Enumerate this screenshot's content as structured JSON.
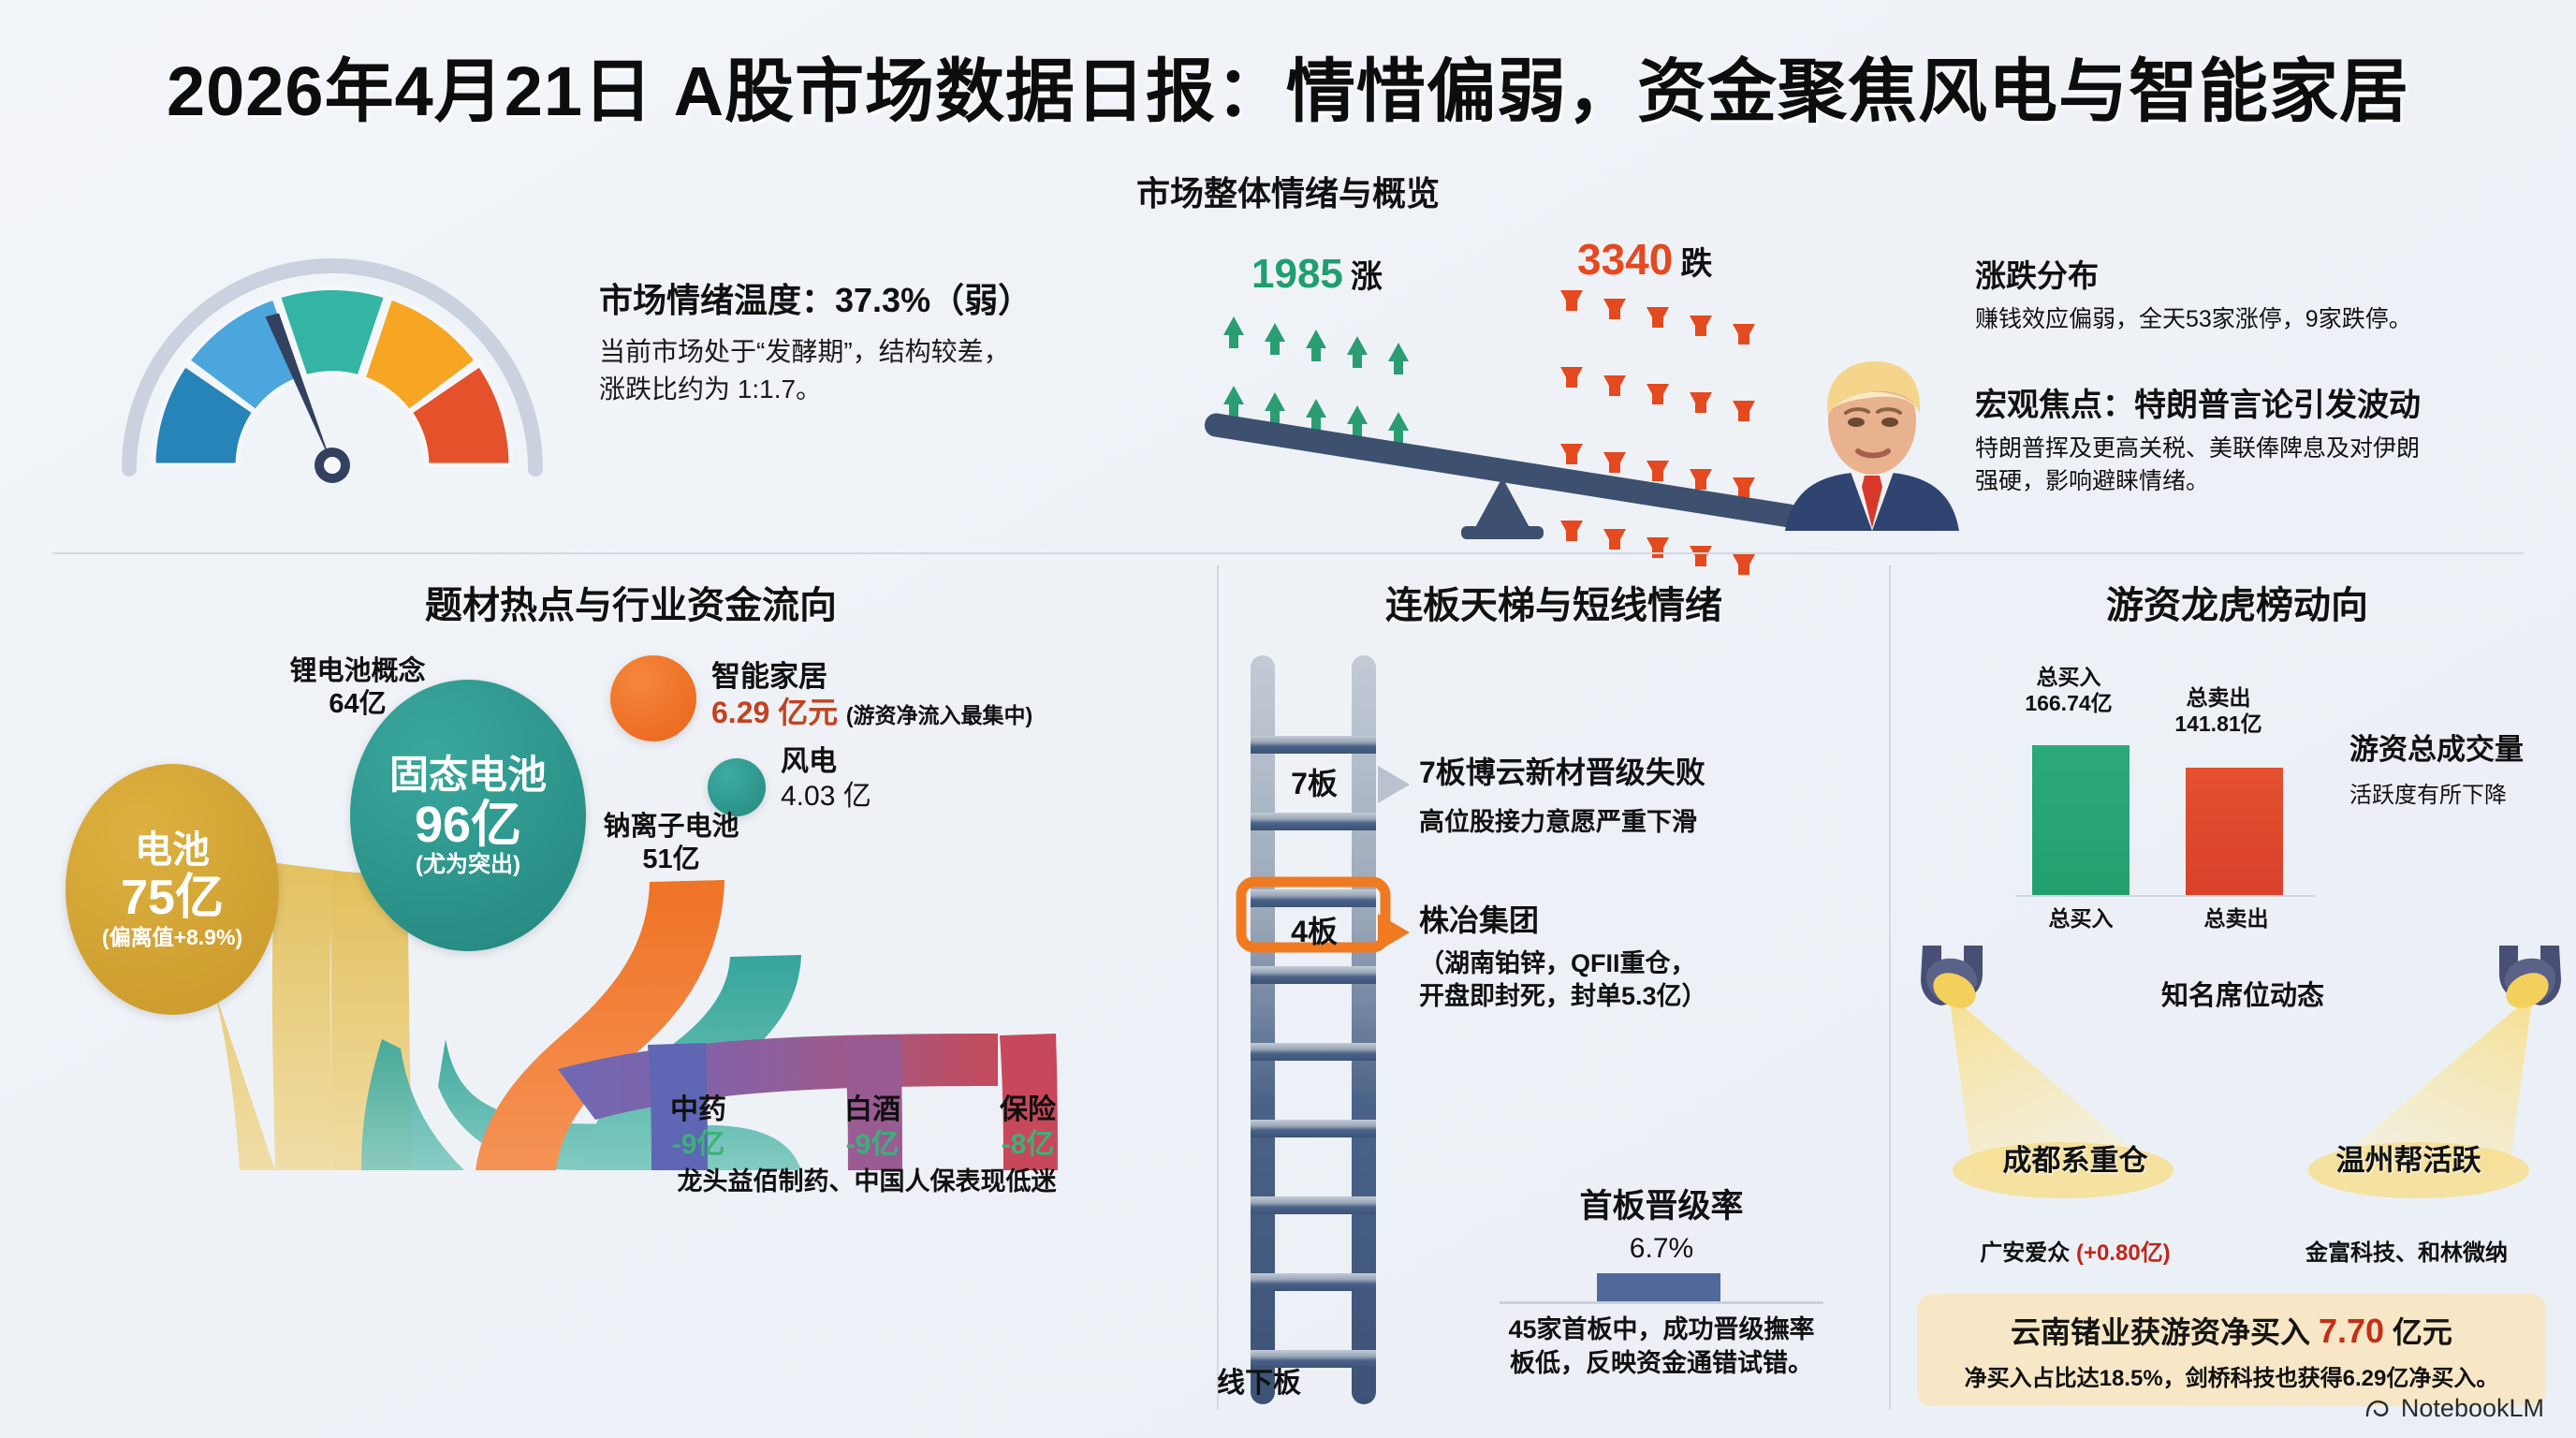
{
  "title": "2026年4月21日 A股市场数据日报：情惜偏弱，资金聚焦风电与智能家居",
  "band_title": "市场整体情绪与概览",
  "sentiment": {
    "headline": "市场情绪温度：37.3%（弱）",
    "body_line1": "当前市场处于“发酵期”，结构较差，",
    "body_line2": "涨跌比约为 1:1.7。",
    "gauge_value": 37.3,
    "gauge_colors": [
      "#2684b8",
      "#4ba6dd",
      "#34b4a3",
      "#f6a623",
      "#e4512a"
    ]
  },
  "seesaw": {
    "up_count": "1985",
    "up_label": "涨",
    "down_count": "3340",
    "down_label": "跌",
    "up_arrows": 10,
    "down_arrows": 20,
    "up_color": "#2a9d72",
    "down_color": "#e4491f"
  },
  "distribution": {
    "heading": "涨跌分布",
    "body": "赚钱效应偏弱，全天53家涨停，9家跌停。"
  },
  "macro": {
    "heading": "宏观焦点：特朗普言论引发波动",
    "body_line1": "特朗普挥及更高关税、美联俸陴息及对伊朗",
    "body_line2": "强硬，影响避睐情绪。"
  },
  "left_panel": {
    "title": "题材热点与行业资金流向",
    "nodes": [
      {
        "name": "电池",
        "value": "75亿",
        "note": "(偏离值+8.9%)",
        "color": "#d4a62a"
      },
      {
        "name": "固态电池",
        "value": "96亿",
        "note": "(尤为突出)",
        "color": "#2f9e94"
      },
      {
        "name": "智能家居",
        "value": "6.29 亿元",
        "note": "(游资净流入最集中)",
        "color": "#ef7325"
      },
      {
        "name": "风电",
        "value": "4.03 亿",
        "note": "",
        "color": "#2f9e94"
      }
    ],
    "side_labels": [
      {
        "name": "锂电池概念",
        "value": "64亿"
      },
      {
        "name": "钠离子电池",
        "value": "51亿"
      }
    ],
    "outflows": [
      {
        "name": "中药",
        "value": "-9亿"
      },
      {
        "name": "白酒",
        "value": "-9亿"
      },
      {
        "name": "保险",
        "value": "-8亿"
      }
    ],
    "outflow_note": "龙头益佰制药、中国人保表现低迷",
    "outflow_color": "#3cb07a"
  },
  "mid_panel": {
    "title": "连板天梯与短线情绪",
    "rungs": [
      {
        "label": "7板",
        "highlight": false
      },
      {
        "label": "4板",
        "highlight": true
      }
    ],
    "bottom_label": "线下板",
    "callout_top": {
      "title": "7板博云新材晋级失败",
      "sub": "高位股接力意愿严重下滑"
    },
    "callout_mid": {
      "title": "株冶集团",
      "sub_line1": "（湖南铂锌，QFII重仓，",
      "sub_line2": "开盘即封死，封单5.3亿）"
    },
    "promo": {
      "title": "首板晋级率",
      "value": "6.7%",
      "note_line1": "45家首板中，成功晋级撫率",
      "note_line2": "板低，反映资金通错试错。"
    }
  },
  "right_panel": {
    "title": "游资龙虎榜动向",
    "volume_heading": "游资总成交量",
    "volume_sub": "活跃度有所下降",
    "seats_title": "知名席位动态",
    "seats": [
      {
        "name": "成都系重仓",
        "sub": "广安爱众",
        "amount": "(+0.80亿)"
      },
      {
        "name": "温州帮活跃",
        "sub": "金富科技、和林微纳",
        "amount": ""
      }
    ],
    "highlight": {
      "line1_pre": "云南锗业获游资净买入 ",
      "line1_num": "7.70",
      "line1_post": " 亿元",
      "line2": "净买入占比达18.5%，剑桥科技也获得6.29亿净买入。"
    }
  },
  "chart_data": {
    "type": "bar",
    "title": "游资龙虎榜动向",
    "categories": [
      "总买入",
      "总卖出"
    ],
    "values": [
      166.74,
      141.81
    ],
    "value_labels": [
      "166.74亿",
      "141.81亿"
    ],
    "colors": [
      "#27a571",
      "#e1462c"
    ],
    "ylabel": "亿元",
    "ylim": [
      0,
      180
    ],
    "grid": false,
    "legend": "none"
  },
  "watermark": "NotebookLM"
}
